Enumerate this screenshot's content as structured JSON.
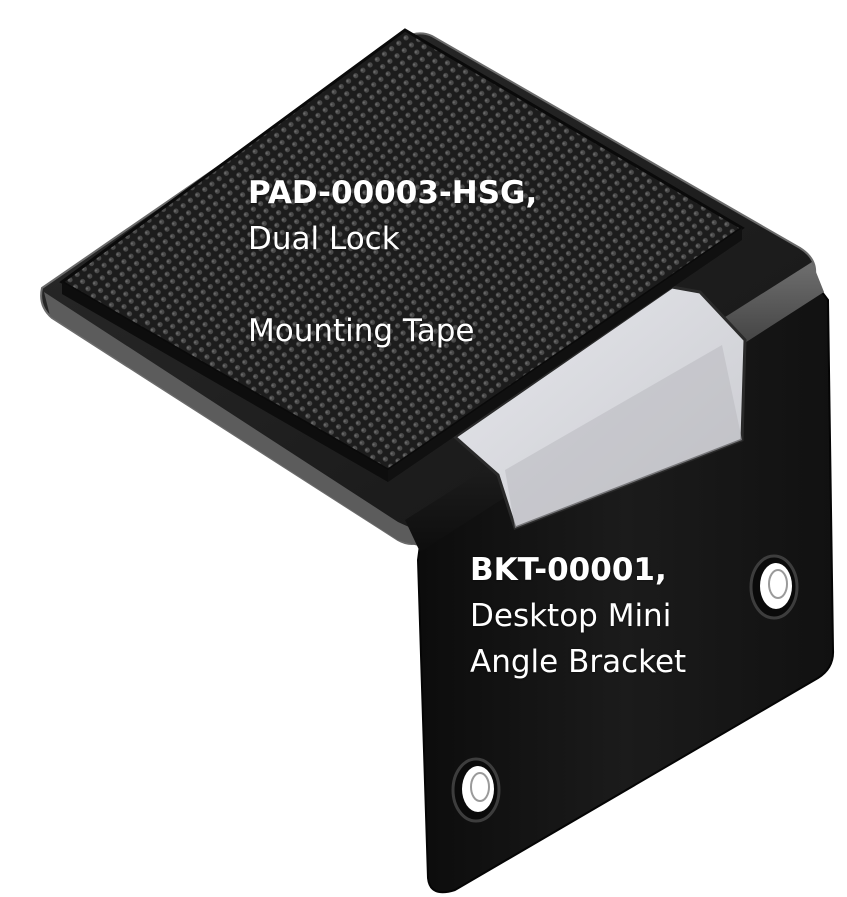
{
  "figure": {
    "colors": {
      "background": "#ffffff",
      "bracket": "#141414",
      "bracket_edge": "#5a5a5a",
      "pad": "#1c1c1c",
      "pad_dots": "#4a4a4a",
      "cutout": "#dcdde3",
      "label_text": "#ffffff"
    }
  },
  "parts": [
    {
      "id": "pad",
      "part_number": "PAD-00003-HSG,",
      "description_lines": [
        "Dual Lock",
        "Mounting Tape"
      ]
    },
    {
      "id": "bracket",
      "part_number": "BKT-00001,",
      "description_lines": [
        "Desktop Mini",
        "Angle Bracket"
      ]
    }
  ]
}
